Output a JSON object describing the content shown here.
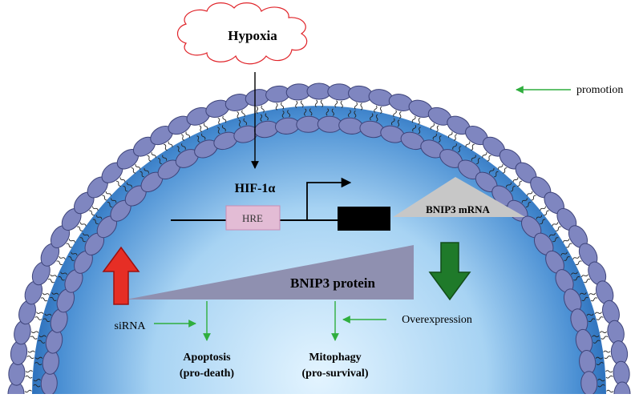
{
  "labels": {
    "stimulus": "Hypoxia",
    "transcription_factor": "HIF-1α",
    "response_element": "HRE",
    "mrna": "BNIP3 mRNA",
    "protein": "BNIP3 protein",
    "knockdown": "siRNA",
    "overexpression": "Overexpression",
    "outcome_left_line1": "Apoptosis",
    "outcome_left_line2": "(pro-death)",
    "outcome_right_line1": "Mitophagy",
    "outcome_right_line2": "(pro-survival)"
  },
  "legend": {
    "promotion_label": "promotion"
  },
  "colors": {
    "membrane_head_fill": "#7f86c0",
    "membrane_head_stroke": "#3e447a",
    "cell_dark": "#1f63b0",
    "cell_light": "#d9efff",
    "cloud_stroke": "#e0242a",
    "hre_fill": "#e3bcd5",
    "mrna_triangle": "#c7c7c7",
    "protein_triangle": "#8f90b0",
    "promotion_arrow": "#2fae3e",
    "up_arrow": "#e62e25",
    "down_arrow": "#1f7a2a"
  },
  "icons": {
    "stimulus_shape": "cloud-outline",
    "up_arrow": "red-up-arrow",
    "down_arrow": "green-down-arrow",
    "promoter": "bent-arrow-promoter",
    "gene": "black-gene-box"
  }
}
